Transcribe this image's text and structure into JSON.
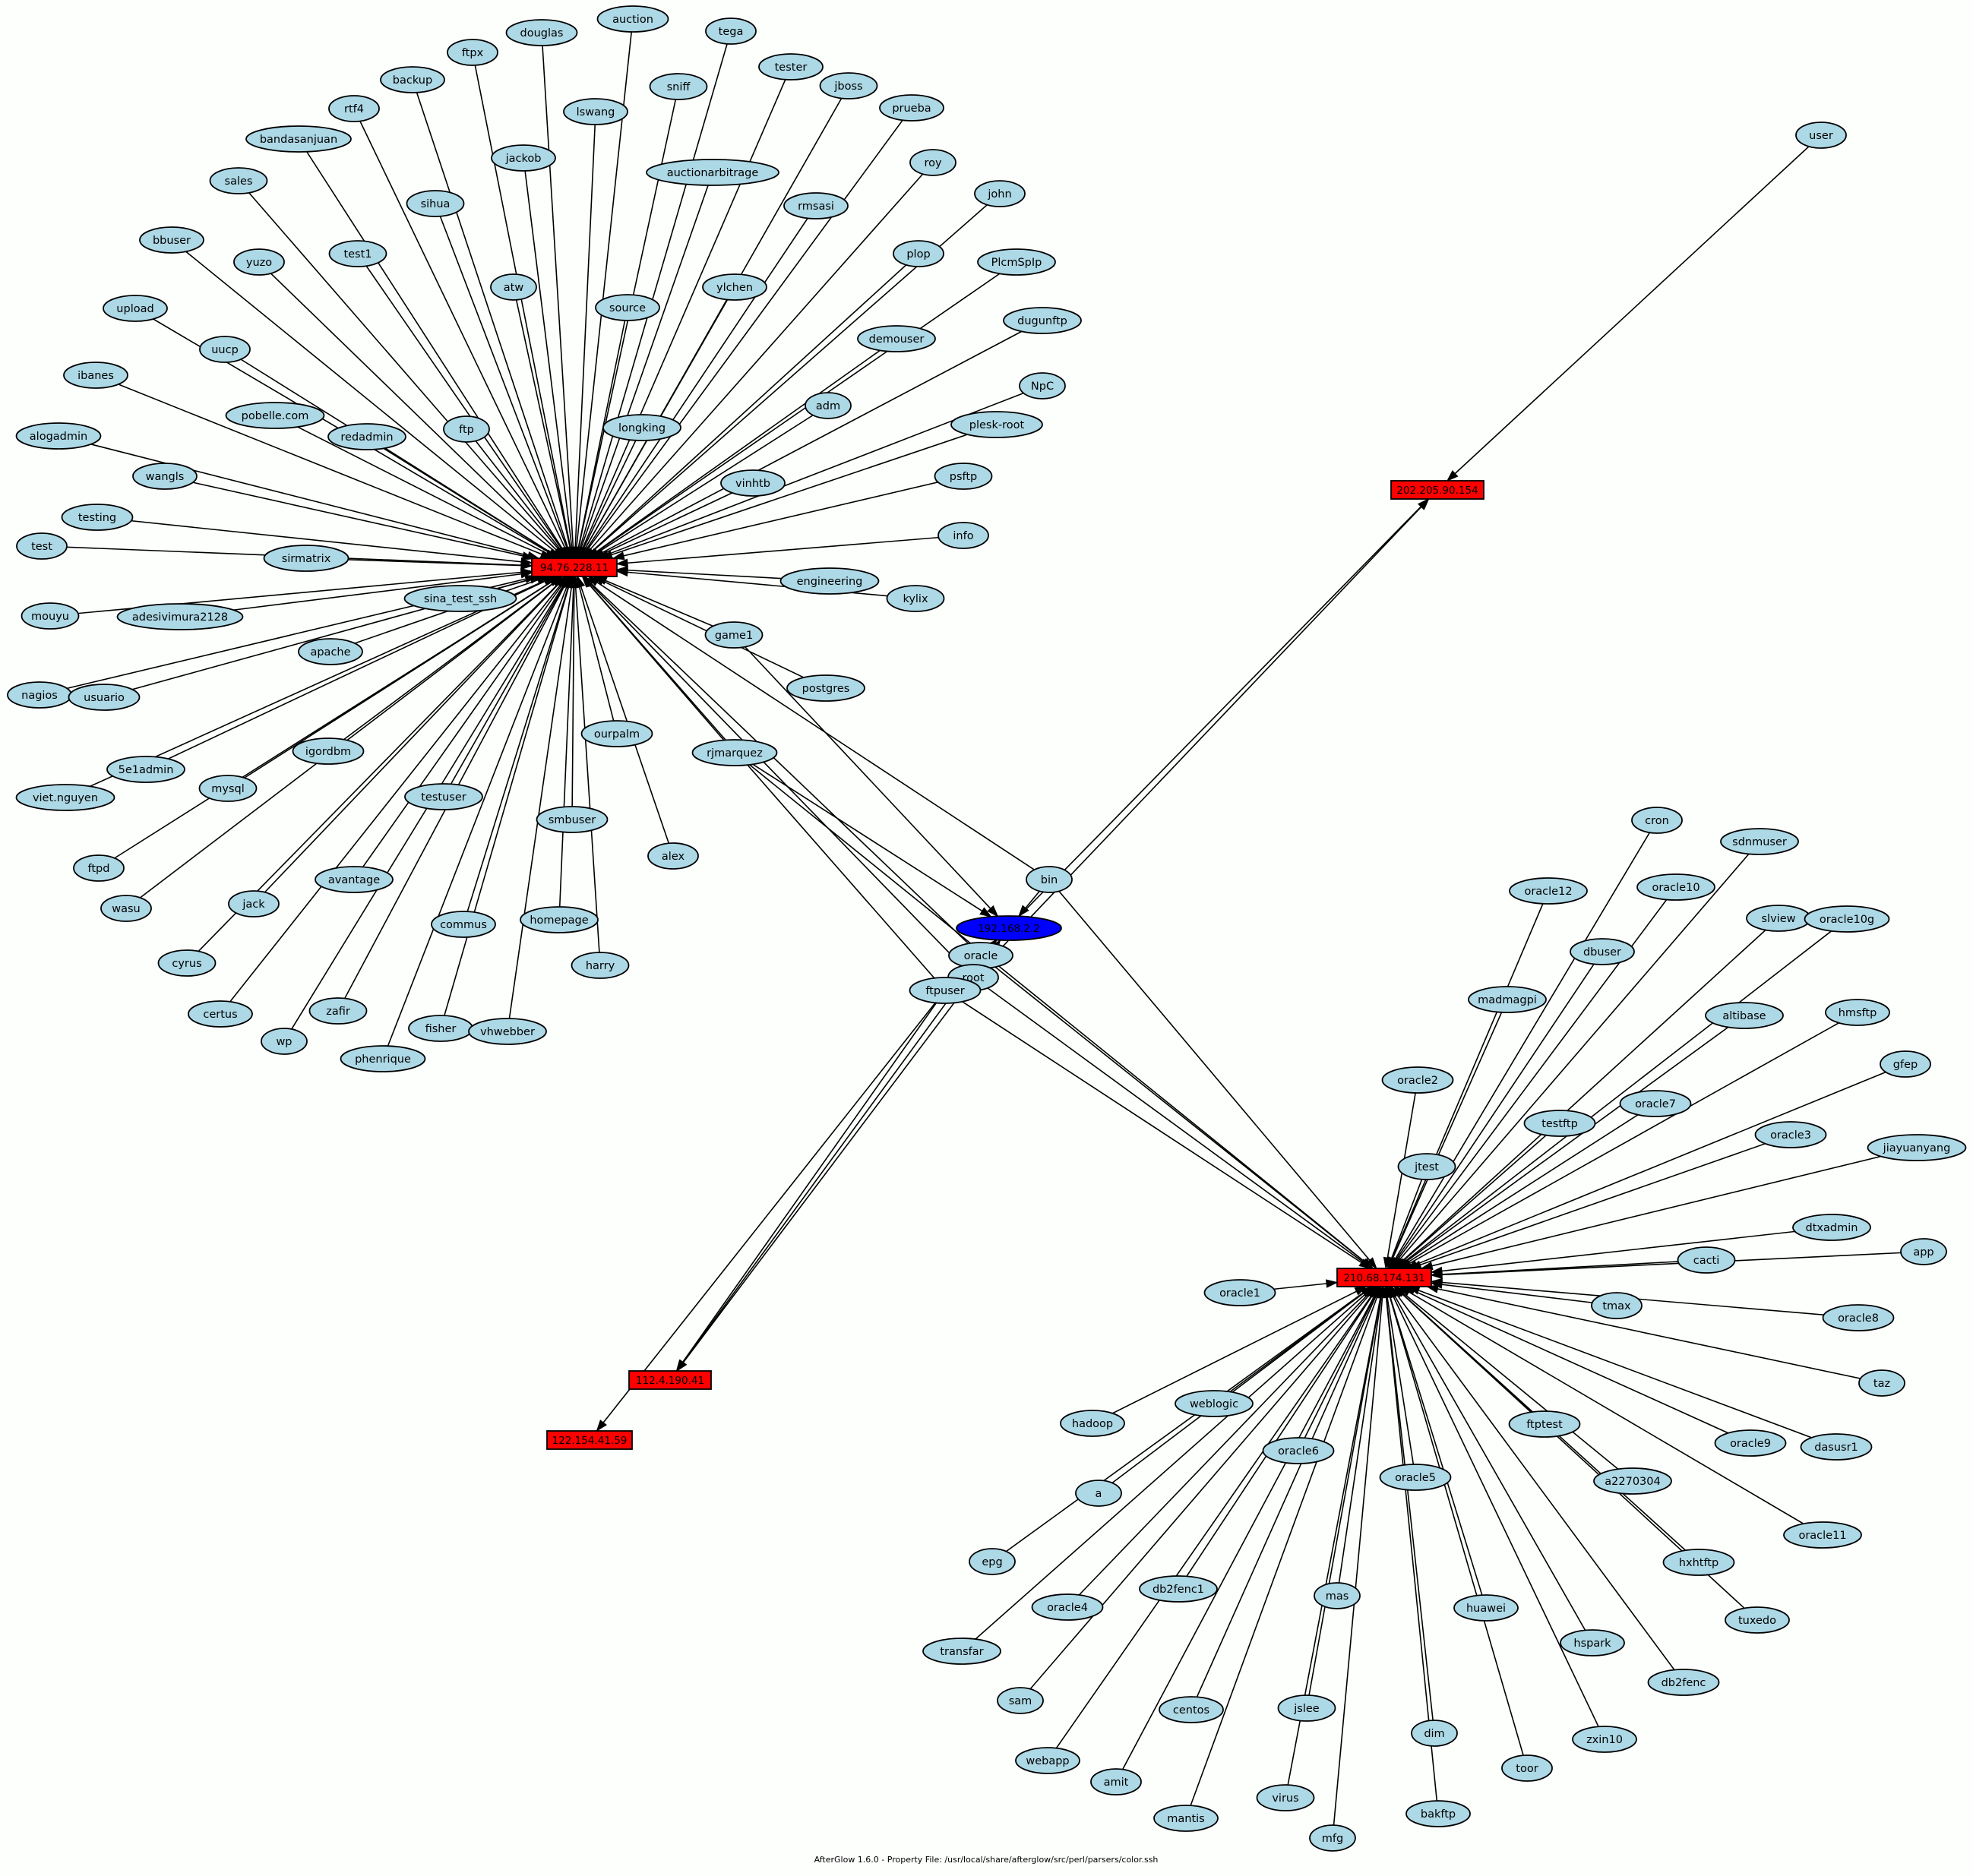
{
  "footer": "AfterGlow 1.6.0 - Property File: /usr/local/share/afterglow/src/perl/parsers/color.ssh",
  "colors": {
    "user": "#add8e6",
    "source": "#ff0000",
    "target": "#0000ff",
    "edge": "#000000"
  },
  "targets": [
    {
      "id": "t1",
      "label": "192.168.2.2"
    }
  ],
  "sources": [
    {
      "id": "h1",
      "label": "94.76.228.11"
    },
    {
      "id": "h2",
      "label": "210.68.174.131"
    },
    {
      "id": "h3",
      "label": "202.205.90.154"
    },
    {
      "id": "h4",
      "label": "112.4.190.41"
    },
    {
      "id": "h5",
      "label": "122.154.41.59"
    }
  ],
  "users": [
    "auction",
    "tega",
    "douglas",
    "ftpx",
    "tester",
    "jboss",
    "prueba",
    "backup",
    "rtf4",
    "sniff",
    "lswang",
    "jackob",
    "bandasanjuan",
    "roy",
    "auctionarbitrage",
    "sales",
    "rmsasi",
    "john",
    "sihua",
    "bbuser",
    "test1",
    "plop",
    "PlcmSpIp",
    "yuzo",
    "atw",
    "ylchen",
    "source",
    "upload",
    "demouser",
    "dugunftp",
    "uucp",
    "ibanes",
    "NpC",
    "pobelle.com",
    "adm",
    "ftp",
    "redadmin",
    "longking",
    "plesk-root",
    "alogadmin",
    "wangls",
    "psftp",
    "vinhtb",
    "testing",
    "info",
    "test",
    "sirmatrix",
    "engineering",
    "sina_test_ssh",
    "kylix",
    "mouyu",
    "adesivimura2128",
    "game1",
    "apache",
    "postgres",
    "nagios",
    "usuario",
    "ourpalm",
    "rjmarquez",
    "igordbm",
    "5e1admin",
    "mysql",
    "viet.nguyen",
    "testuser",
    "smbuser",
    "alex",
    "ftpd",
    "bin",
    "avantage",
    "wasu",
    "jack",
    "commus",
    "homepage",
    "oracle",
    "root",
    "harry",
    "cyrus",
    "ftpuser",
    "certus",
    "zafir",
    "fisher",
    "vhwebber",
    "wp",
    "phenrique",
    "user",
    "cron",
    "sdnmuser",
    "oracle12",
    "oracle10",
    "dbuser",
    "slview",
    "oracle10g",
    "madmagpi",
    "altibase",
    "hmsftp",
    "gfep",
    "oracle2",
    "oracle7",
    "testftp",
    "oracle3",
    "jiayuanyang",
    "jtest",
    "dtxadmin",
    "app",
    "cacti",
    "oracle1",
    "tmax",
    "oracle8",
    "taz",
    "hadoop",
    "weblogic",
    "ftptest",
    "oracle9",
    "dasusr1",
    "oracle6",
    "oracle5",
    "a2270304",
    "a",
    "oracle11",
    "epg",
    "hxhtftp",
    "db2fenc1",
    "mas",
    "huawei",
    "oracle4",
    "tuxedo",
    "transfar",
    "hspark",
    "db2fenc",
    "sam",
    "centos",
    "jslee",
    "dim",
    "webapp",
    "zxin10",
    "amit",
    "toor",
    "mantis",
    "virus",
    "bakftp",
    "mfg"
  ]
}
